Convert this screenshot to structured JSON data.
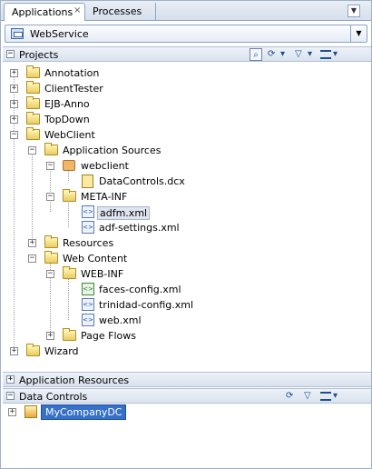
{
  "tabs": [
    {
      "label": "Applications",
      "active": true
    },
    {
      "label": "Processes",
      "active": false
    }
  ],
  "tab_close": "×",
  "tab_menu": "▼",
  "application": {
    "name": "WebService",
    "dropdown": "▼"
  },
  "projects_section": {
    "title": "Projects",
    "toggle": "−"
  },
  "tree": {
    "annotation": "Annotation",
    "clienttester": "ClientTester",
    "ejbanno": "EJB-Anno",
    "topdown": "TopDown",
    "webclient": "WebClient",
    "application_sources": "Application Sources",
    "webclient_pkg": "webclient",
    "datacontrols": "DataControls.dcx",
    "metainf": "META-INF",
    "adfm": "adfm.xml",
    "adf_settings": "adf-settings.xml",
    "resources": "Resources",
    "web_content": "Web Content",
    "webinf": "WEB-INF",
    "faces_config": "faces-config.xml",
    "trinidad_config": "trinidad-config.xml",
    "web_xml": "web.xml",
    "page_flows": "Page Flows",
    "wizard": "Wizard"
  },
  "glyphs": {
    "plus": "+",
    "minus": "−",
    "xml": "<>",
    "filter": "▽",
    "menu": "▾",
    "search": "⌕",
    "refresh": "⟳"
  },
  "app_resources_section": {
    "title": "Application Resources",
    "toggle": "+"
  },
  "data_controls_section": {
    "title": "Data Controls",
    "toggle": "−"
  },
  "data_controls": {
    "item": "MyCompanyDC"
  },
  "colors": {
    "selection": "#3670c8",
    "section_bg": "#d9e2ee",
    "folder": "#e9cd62"
  }
}
